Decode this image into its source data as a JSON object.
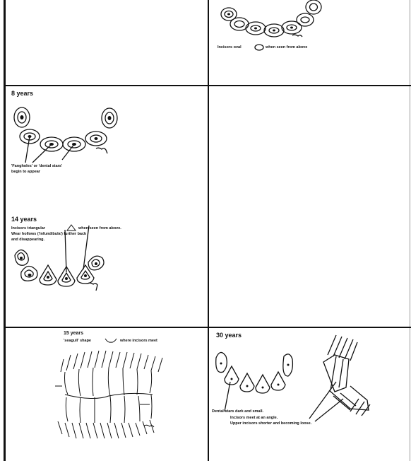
{
  "panels": {
    "p1": {
      "caption": "Incisors oval",
      "caption2": "when seen from above"
    },
    "p2": {
      "age": "8 years",
      "caption_line1": "'Fangholes' or 'dental stars'",
      "caption_line2": "begin to appear",
      "age2": "14 years",
      "note_line1a": "Incisors triangular",
      "note_line1b": "when seen from above.",
      "note_line2": "Wear hollows ('infundibula') further back",
      "note_line3": "and disappearing."
    },
    "p3": {
      "age": "15 years",
      "caption_a": "'seagull' shape",
      "caption_b": "where incisors meet"
    },
    "p4": {
      "age": "30 years",
      "line1": "Dental stars dark and small.",
      "line2": "Incisors meet at an angle.",
      "line3": "Upper incisors shorter and becoming loose."
    }
  },
  "colors": {
    "ink": "#111111",
    "background": "#ffffff"
  }
}
